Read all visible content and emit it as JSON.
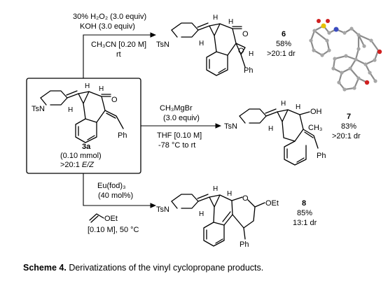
{
  "starting_material": {
    "label": "3a",
    "amount": "(0.10 mmol)",
    "ratio_prefix": ">20:1 ",
    "ratio_italic": "E/Z",
    "ts_label": "TsN",
    "h_label": "H",
    "o_label": "O",
    "ph_label": "Ph"
  },
  "reactions": [
    {
      "reagent_line1": "30% H₂O₂ (3.0 equiv)",
      "reagent_line2": "KOH (3.0 equiv)",
      "condition_line1": "CH₃CN [0.20 M]",
      "condition_line2": "rt",
      "product_number": "6",
      "yield": "58%",
      "selectivity": ">20:1 dr",
      "labels": {
        "ts": "TsN",
        "h": "H",
        "o": "O",
        "ph": "Ph"
      }
    },
    {
      "reagent_line1": "CH₃MgBr",
      "reagent_line2": "(3.0 equiv)",
      "condition_line1": "THF [0.10 M]",
      "condition_line2": "-78 °C to rt",
      "product_number": "7",
      "yield": "83%",
      "selectivity": ">20:1 dr",
      "labels": {
        "ts": "TsN",
        "h": "H",
        "oh": "OH",
        "ch3": "CH₃",
        "ph": "Ph"
      }
    },
    {
      "reagent_line1": "Eu(fod)₃",
      "reagent_line2": "(40 mol%)",
      "vinyl_ether_label": "OEt",
      "condition_line1": "[0.10 M], 50 °C",
      "product_number": "8",
      "yield": "85%",
      "selectivity": "13:1 dr",
      "labels": {
        "ts": "TsN",
        "h": "H",
        "o": "O",
        "oet": "OEt",
        "ph": "Ph"
      }
    }
  ],
  "caption": {
    "label": "Scheme 4.",
    "text": " Derivatizations of the vinyl cyclopropane products."
  },
  "colors": {
    "crystal_carbon": "#a6a6a6",
    "crystal_sulfur": "#e6c200",
    "crystal_nitrogen": "#3b4cc0",
    "crystal_oxygen": "#d02020"
  }
}
